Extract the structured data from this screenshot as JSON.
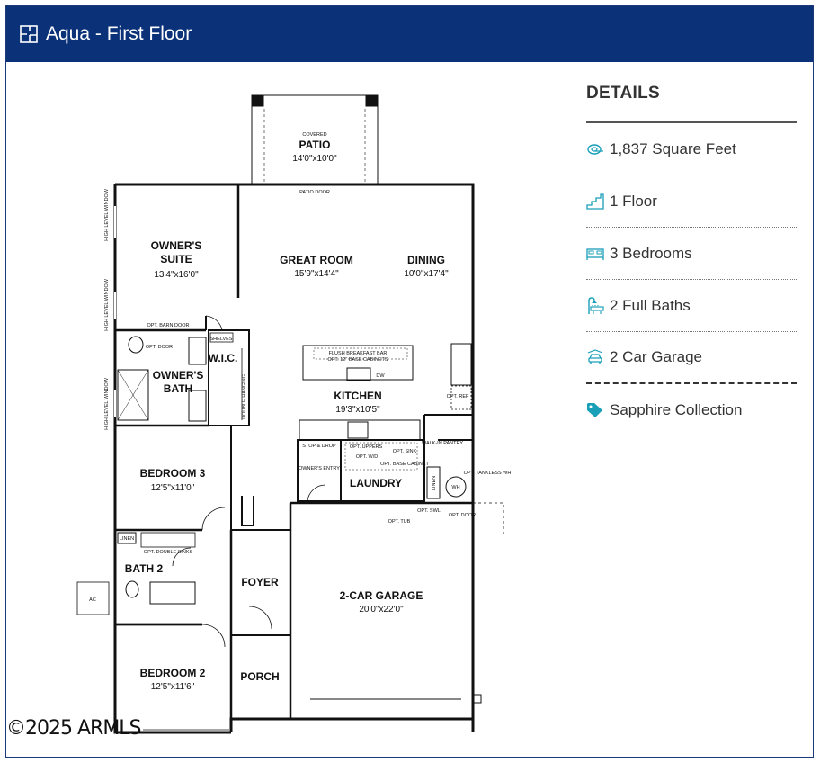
{
  "header": {
    "title": "Aqua - First Floor",
    "icon": "floorplan-icon"
  },
  "details": {
    "heading": "DETAILS",
    "items": [
      {
        "icon": "square-feet-icon",
        "label": "1,837 Square Feet"
      },
      {
        "icon": "stairs-icon",
        "label": "1 Floor"
      },
      {
        "icon": "bed-icon",
        "label": "3 Bedrooms"
      },
      {
        "icon": "shower-icon",
        "label": "2 Full Baths"
      },
      {
        "icon": "car-icon",
        "label": "2 Car Garage"
      },
      {
        "icon": "tag-icon",
        "label": "Sapphire Collection"
      }
    ],
    "accent_color": "#1a9fb8"
  },
  "copyright": "©2025 ARMLS",
  "floorplan": {
    "rooms": {
      "patio": {
        "name": "PATIO",
        "dims": "14'0\"x10'0\"",
        "note": "COVERED"
      },
      "owners_suite": {
        "name": "OWNER'S SUITE",
        "dims": "13'4\"x16'0\""
      },
      "great_room": {
        "name": "GREAT ROOM",
        "dims": "15'9\"x14'4\""
      },
      "dining": {
        "name": "DINING",
        "dims": "10'0\"x17'4\""
      },
      "owners_bath": {
        "name": "OWNER'S BATH"
      },
      "wic": {
        "name": "W.I.C."
      },
      "kitchen": {
        "name": "KITCHEN",
        "dims": "19'3\"x10'5\""
      },
      "bedroom3": {
        "name": "BEDROOM 3",
        "dims": "12'5\"x11'0\""
      },
      "laundry": {
        "name": "LAUNDRY"
      },
      "bath2": {
        "name": "BATH 2"
      },
      "foyer": {
        "name": "FOYER"
      },
      "garage": {
        "name": "2-CAR GARAGE",
        "dims": "20'0\"x22'0\""
      },
      "bedroom2": {
        "name": "BEDROOM 2",
        "dims": "12'5\"x11'6\""
      },
      "porch": {
        "name": "PORCH"
      }
    },
    "notes": {
      "patio_door": "PATIO DOOR",
      "barn_door": "OPT. BARN DOOR",
      "opt_door": "OPT. DOOR",
      "shelves": "SHELVES",
      "double_hanging": "DOUBLE HANGING",
      "high_window_1": "HIGH LEVEL WINDOW",
      "high_window_2": "HIGH LEVEL WINDOW",
      "high_window_3": "HIGH LEVEL WINDOW",
      "breakfast_bar": "FLUSH BREAKFAST BAR",
      "base_cabinets": "OPT. 12\" BASE CABINETS",
      "dw": "DW",
      "opt_ref": "OPT. REF",
      "walk_in_pantry": "WALK-IN PANTRY",
      "drop_zone": "STOP & DROP",
      "owners_entry": "OWNER'S ENTRY",
      "opt_uppers": "OPT. UPPERS",
      "opt_sink": "OPT. SINK",
      "opt_wd": "OPT. W/D",
      "opt_base_cabinet": "OPT. BASE CABINET",
      "linen": "LINEN",
      "wh": "WH",
      "tankless": "OPT. TANKLESS WH",
      "opt_tub": "OPT. TUB",
      "opt_swl": "OPT. SWL",
      "opt_door2": "OPT. DOOR",
      "linen2": "LINEN",
      "double_sinks": "OPT. DOUBLE SINKS",
      "ac": "AC"
    }
  }
}
